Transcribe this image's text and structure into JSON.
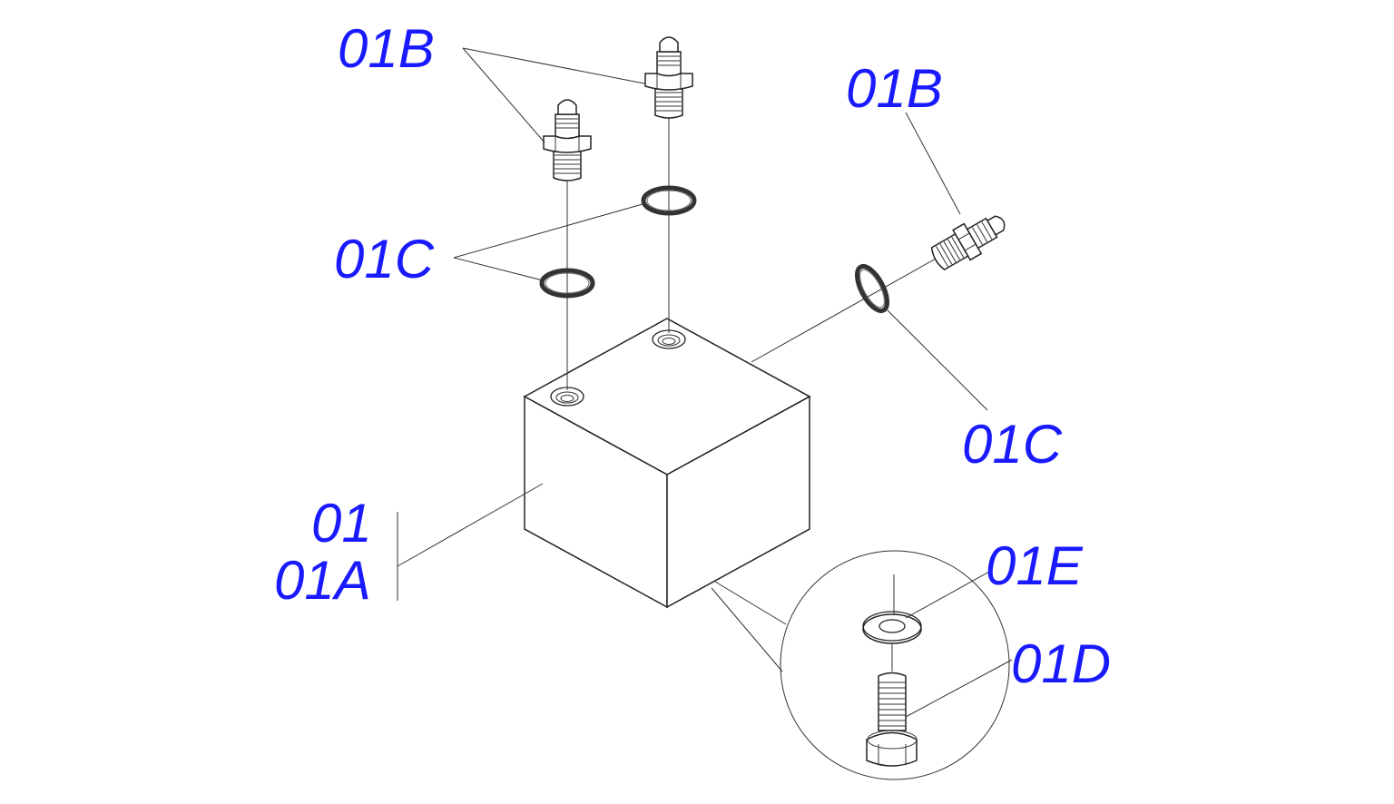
{
  "labels": {
    "fitting_top_left": "01B",
    "fitting_right": "01B",
    "oring_left": "01C",
    "oring_right": "01C",
    "block_number": "01",
    "block_sub": "01A",
    "washer": "01E",
    "bolt": "01D"
  },
  "colors": {
    "label": "#1a1aff",
    "line": "#222222",
    "background": "#ffffff"
  }
}
